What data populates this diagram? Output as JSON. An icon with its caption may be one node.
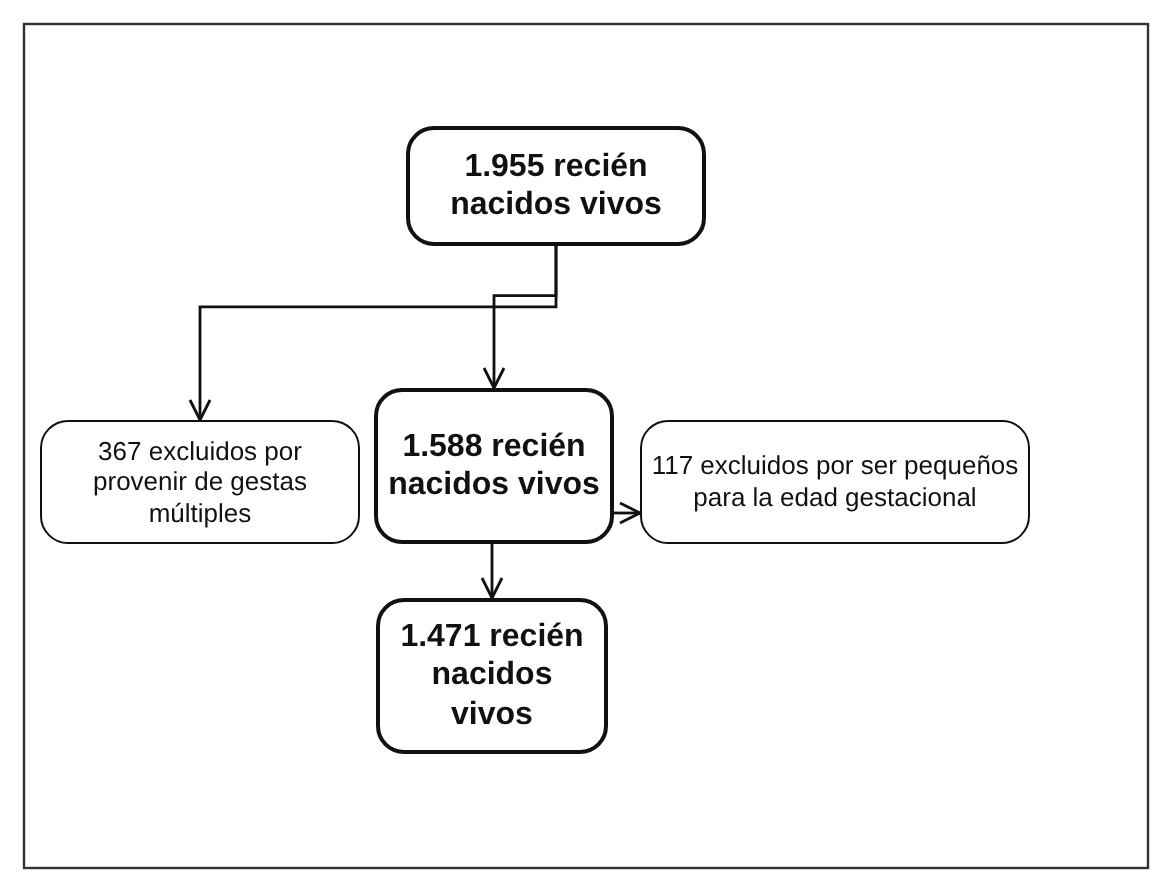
{
  "diagram": {
    "nodes": [
      {
        "text": [
          "1.955 recién nacidos vivos"
        ]
      },
      {
        "text": [
          "367 excluidos por provenir de gestas múltiples"
        ]
      },
      {
        "text": [
          "1.588 recién nacidos vivos"
        ]
      },
      {
        "text": [
          "117 excluidos por ser pequeños para la edad gestacional"
        ]
      },
      {
        "text": [
          "1.471 recién nacidos vivos"
        ]
      }
    ],
    "edges": [
      {
        "from": 0,
        "to": 1,
        "arrow": "to"
      },
      {
        "from": 0,
        "to": 2,
        "arrow": "to"
      },
      {
        "from": 2,
        "to": 3,
        "arrow": "to"
      },
      {
        "from": 2,
        "to": 4,
        "arrow": "to"
      }
    ]
  }
}
